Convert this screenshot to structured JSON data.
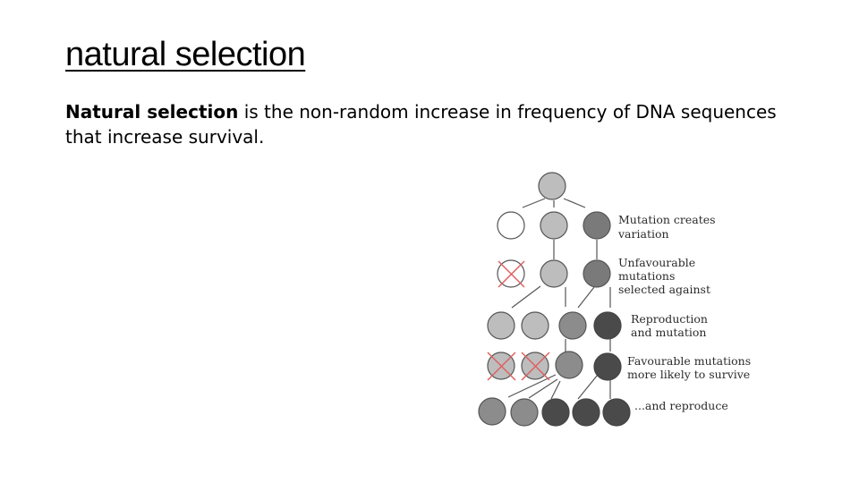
{
  "slide": {
    "title": "natural selection",
    "definition": {
      "term": "Natural selection",
      "text": " is the non-random increase in frequency of DNA sequences that increase survival."
    }
  },
  "diagram": {
    "labels": [
      [
        "Mutation creates",
        "variation"
      ],
      [
        "Unfavourable",
        "mutations",
        "selected against"
      ],
      [
        "Reproduction",
        "and mutation"
      ],
      [
        "Favourable mutations",
        "more likely to survive"
      ],
      [
        "...and reproduce"
      ]
    ],
    "colors": {
      "white": "#ffffff",
      "light": "#bdbdbd",
      "mid": "#8c8c8c",
      "medium": "#7a7a7a",
      "dark": "#4a4a4a",
      "outline": "#555555",
      "cross": "#e06060"
    },
    "generations": [
      {
        "name": "ancestor",
        "circles": [
          "light"
        ]
      },
      {
        "name": "mutation-variation",
        "circles": [
          "white",
          "light",
          "medium"
        ]
      },
      {
        "name": "selection",
        "circles": [
          "white-crossed",
          "light",
          "medium"
        ]
      },
      {
        "name": "reproduction",
        "circles": [
          "light",
          "light",
          "mid",
          "dark"
        ]
      },
      {
        "name": "favourable-survival",
        "circles": [
          "light-crossed",
          "light-crossed",
          "mid",
          "dark"
        ]
      },
      {
        "name": "reproduce",
        "circles": [
          "mid",
          "mid",
          "dark",
          "dark",
          "dark"
        ]
      }
    ]
  }
}
